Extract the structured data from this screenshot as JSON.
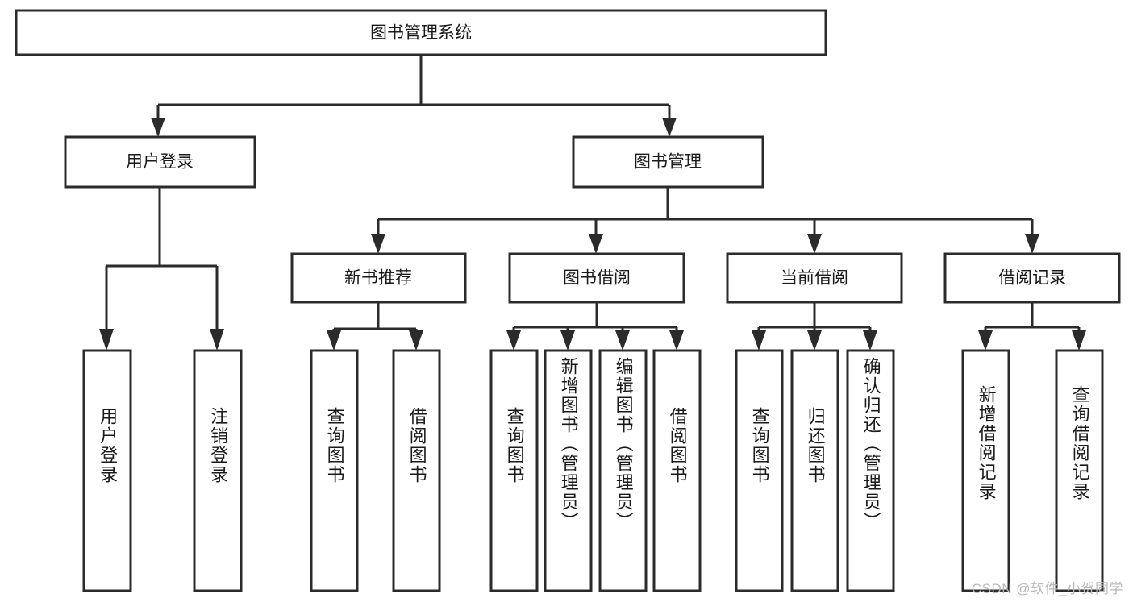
{
  "diagram": {
    "type": "tree",
    "title": "图书管理系统",
    "orientation": "top-down",
    "colors": {
      "stroke": "#2b2b2b",
      "fill": "#ffffff",
      "text": "#1a1a1a",
      "watermark": "#b9b9b9",
      "background": "#ffffff"
    },
    "root": {
      "label": "图书管理系统"
    },
    "level2": [
      {
        "id": "user-login",
        "label": "用户登录"
      },
      {
        "id": "book-manage",
        "label": "图书管理"
      }
    ],
    "level3": [
      {
        "id": "new-book-recommend",
        "label": "新书推荐",
        "parent": "book-manage"
      },
      {
        "id": "book-borrow",
        "label": "图书借阅",
        "parent": "book-manage"
      },
      {
        "id": "current-borrow",
        "label": "当前借阅",
        "parent": "book-manage"
      },
      {
        "id": "borrow-record",
        "label": "借阅记录",
        "parent": "book-manage"
      }
    ],
    "leaves": {
      "user-login": [
        {
          "id": "leaf-user-login",
          "label": "用户登录"
        },
        {
          "id": "leaf-logout-login",
          "label": "注销登录"
        }
      ],
      "new-book-recommend": [
        {
          "id": "leaf-query-book-1",
          "label": "查询图书"
        },
        {
          "id": "leaf-borrow-book-1",
          "label": "借阅图书"
        }
      ],
      "book-borrow": [
        {
          "id": "leaf-query-book-2",
          "label": "查询图书"
        },
        {
          "id": "leaf-add-book-admin",
          "label": "新增图书（管理员）"
        },
        {
          "id": "leaf-edit-book-admin",
          "label": "编辑图书（管理员）"
        },
        {
          "id": "leaf-borrow-book-2",
          "label": "借阅图书"
        }
      ],
      "current-borrow": [
        {
          "id": "leaf-query-book-3",
          "label": "查询图书"
        },
        {
          "id": "leaf-return-book",
          "label": "归还图书"
        },
        {
          "id": "leaf-confirm-return-admin",
          "label": "确认归还（管理员）"
        }
      ],
      "borrow-record": [
        {
          "id": "leaf-add-borrow-record",
          "label": "新增借阅记录"
        },
        {
          "id": "leaf-query-borrow-record",
          "label": "查询借阅记录"
        }
      ]
    }
  },
  "watermark": {
    "text": "CSDN @软件_小贺同学"
  }
}
